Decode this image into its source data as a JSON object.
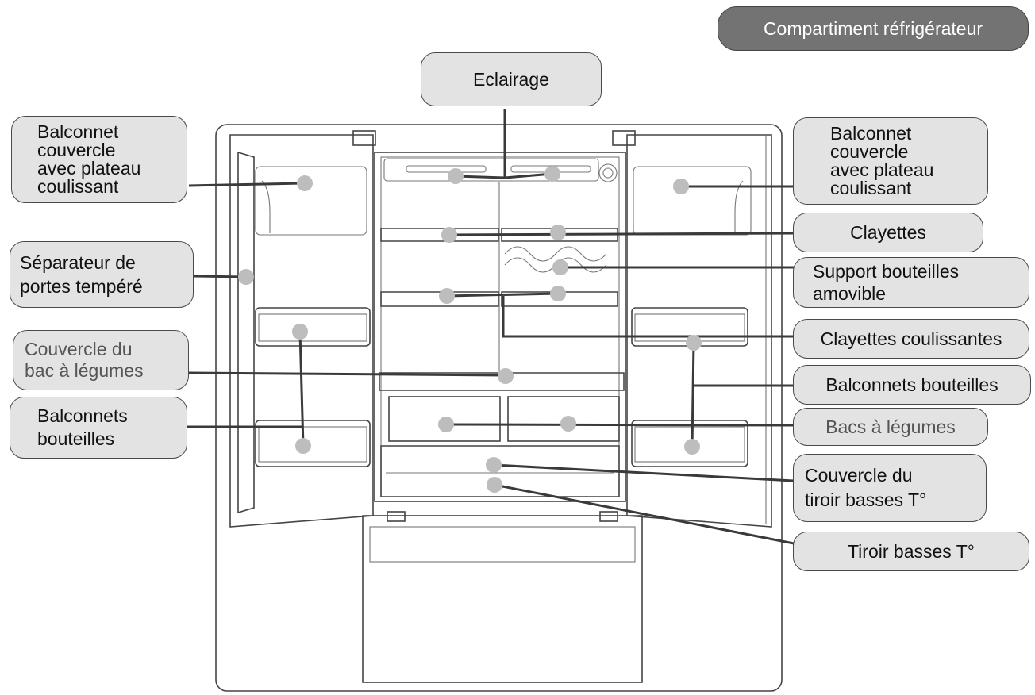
{
  "title": "Compartiment réfrigérateur",
  "labels": {
    "eclairage": "Eclairage",
    "balconnet_couvercle_left": "Balconnet\ncouvercle\navec plateau\ncoulissant",
    "balconnet_couvercle_right": "Balconnet\ncouvercle\navec plateau\ncoulissant",
    "separateur": "Séparateur de\nportes tempéré",
    "couvercle_bac": "Couvercle du\nbac à légumes",
    "balconnets_bouteilles_left": "Balconnets\nbouteilles",
    "clayettes": "Clayettes",
    "support_bouteilles": "Support bouteilles\namovible",
    "clayettes_coulissantes": "Clayettes coulissantes",
    "balconnets_bouteilles_right": "Balconnets bouteilles",
    "bacs_legumes": "Bacs à légumes",
    "couvercle_tiroir": "Couvercle du\ntiroir basses T°",
    "tiroir": "Tiroir basses T°"
  },
  "colors": {
    "label_fill": "#e3e3e3",
    "title_fill": "#737373",
    "dot": "#bdbdbd",
    "line": "#3a3a3a"
  }
}
